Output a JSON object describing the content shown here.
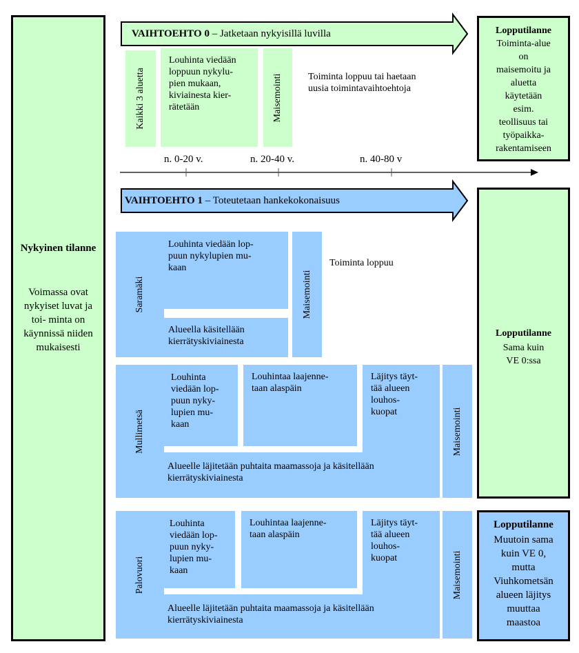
{
  "current": {
    "title": "Nykyinen tilanne",
    "text": "Voimassa ovat nykyiset luvat ja toi- minta on käynnissä niiden mukaisesti"
  },
  "ve0": {
    "arrow": {
      "title": "VAIHTOEHTO 0",
      "subtitle": "– Jatketaan nykyisillä luvilla"
    },
    "area_label": "Kaikki 3 aluetta",
    "quarry": "Louhinta viedään\nloppuun nykylu-\npien mukaan,\nkiviainesta kier-\nrätetään",
    "landscaping": "Maisemointi",
    "end_text": "Toiminta loppuu tai haetaan\nuusia toimintavaihtoehtoja",
    "final": {
      "title": "Lopputilanne",
      "text": "Toiminta-alue\non\nmaisemoitu ja\naluetta\nkäytetään\nesim.\nteollisuus tai\ntyöpaikka-\nrakentamiseen"
    }
  },
  "timeline": {
    "labels": [
      "n. 0-20 v.",
      "n. 20-40 v.",
      "n. 40-80 v"
    ]
  },
  "ve1": {
    "arrow": {
      "title": "VAIHTOEHTO 1",
      "subtitle": "– Toteutetaan hankekokonaisuus"
    },
    "saramaki": {
      "label": "Saramäki",
      "quarry": "Louhinta viedään lop-\npuun nykylupien mu-\nkaan",
      "recycle": "Alueella käsitellään\nkierrätyskiviainesta",
      "landscaping": "Maisemointi",
      "end_text": "Toiminta loppuu"
    },
    "mullimetsa": {
      "label": "Mullimetsä",
      "quarry": "Louhinta\nviedään lop-\npuun nyky-\nlupien mu-\nkaan",
      "expand": "Louhintaa laajenne-\ntaan alaspäin",
      "fill": "Läjitys täyt-\ntää alueen\nlouhos-\nkuopat",
      "landscaping": "Maisemointi",
      "bottom": "Alueelle läjitetään puhtaita maamassoja ja käsitellään\nkierrätyskiviainesta"
    },
    "palovuori": {
      "label": "Palovuori",
      "quarry": "Louhinta\nviedään lop-\npuun nyky-\nlupien mu-\nkaan",
      "expand": "Louhintaa laajenne-\ntaan alaspäin",
      "fill": "Läjitys täyt-\ntää alueen\nlouhos-\nkuopat",
      "landscaping": "Maisemointi",
      "bottom": "Alueelle läjitetään puhtaita maamassoja ja käsitellään\nkierrätyskiviainesta"
    },
    "final_green": {
      "title": "Lopputilanne",
      "text": "Sama kuin\nVE 0:ssa"
    },
    "final_blue": {
      "title": "Lopputilanne",
      "text": "Muutoin sama\nkuin VE 0,\nmutta\nViuhkometsän\nalueen läjitys\nmuuttaa\nmaastoa"
    }
  },
  "colors": {
    "green": "#ccffcc",
    "blue": "#99ccff"
  }
}
